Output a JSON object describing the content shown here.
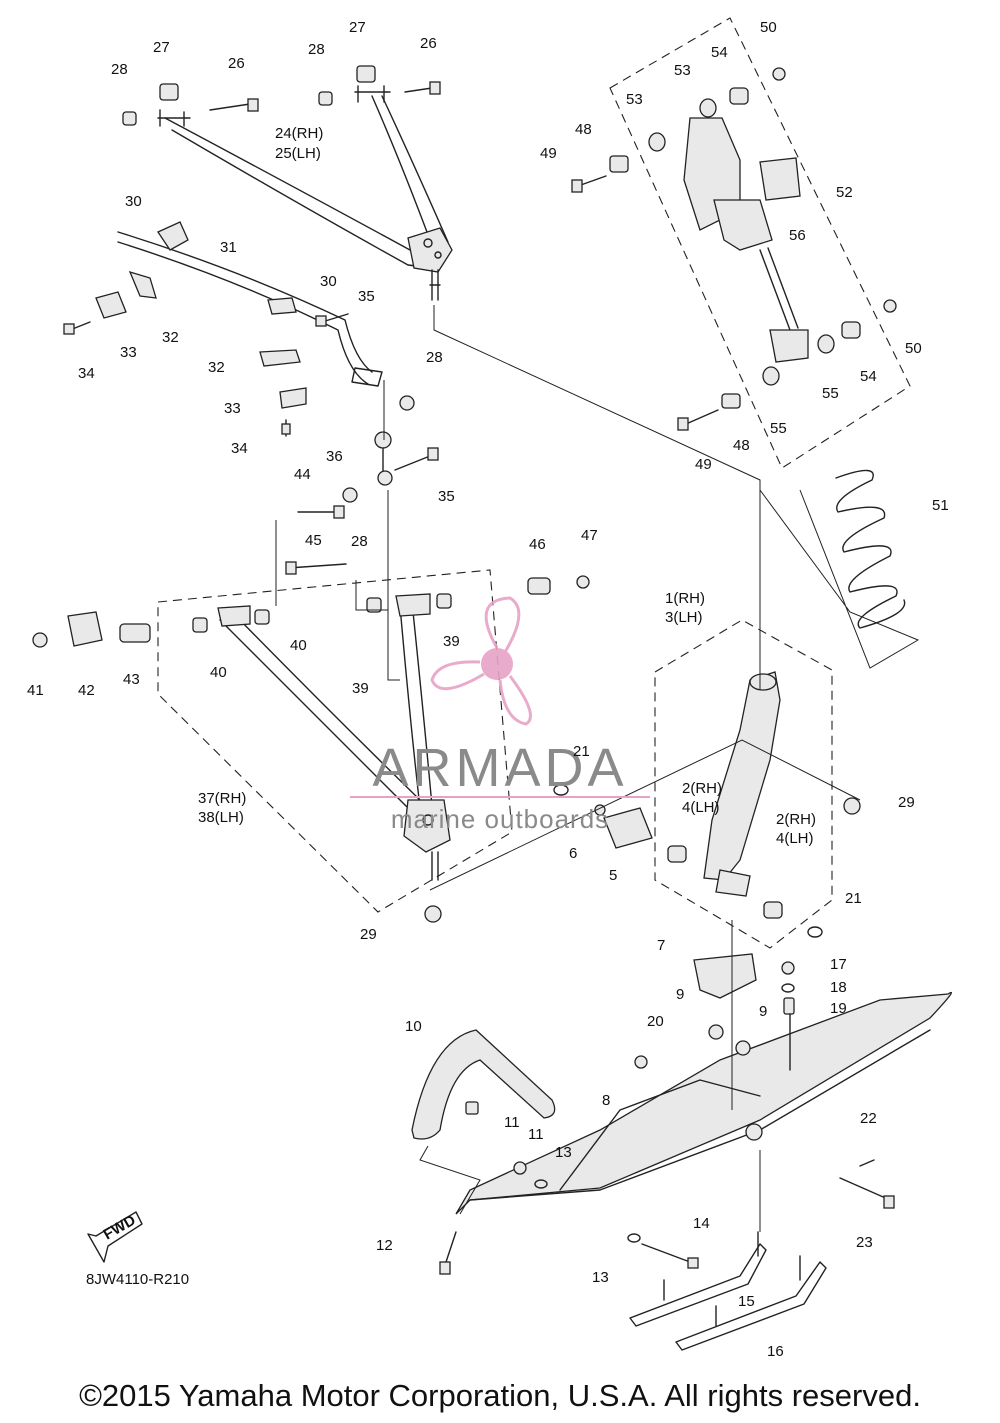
{
  "diagram": {
    "code": "8JW4110-R210",
    "copyright": "©2015 Yamaha Motor Corporation, U.S.A. All rights reserved.",
    "fwd_label": "FWD"
  },
  "watermark": {
    "brand": "ARMADA",
    "tagline": "marine outboards",
    "color": "#e7a2c6"
  },
  "callouts": [
    {
      "id": "c28a",
      "text": "28"
    },
    {
      "id": "c27a",
      "text": "27"
    },
    {
      "id": "c26a",
      "text": "26"
    },
    {
      "id": "c28b",
      "text": "28"
    },
    {
      "id": "c27b",
      "text": "27"
    },
    {
      "id": "c26b",
      "text": "26"
    },
    {
      "id": "c24",
      "text": "24(RH)"
    },
    {
      "id": "c25",
      "text": "25(LH)"
    },
    {
      "id": "c50a",
      "text": "50"
    },
    {
      "id": "c54a",
      "text": "54"
    },
    {
      "id": "c53a",
      "text": "53"
    },
    {
      "id": "c53b",
      "text": "53"
    },
    {
      "id": "c48a",
      "text": "48"
    },
    {
      "id": "c49a",
      "text": "49"
    },
    {
      "id": "c52",
      "text": "52"
    },
    {
      "id": "c56",
      "text": "56"
    },
    {
      "id": "c30a",
      "text": "30"
    },
    {
      "id": "c31",
      "text": "31"
    },
    {
      "id": "c30b",
      "text": "30"
    },
    {
      "id": "c35a",
      "text": "35"
    },
    {
      "id": "c32a",
      "text": "32"
    },
    {
      "id": "c33a",
      "text": "33"
    },
    {
      "id": "c34a",
      "text": "34"
    },
    {
      "id": "c32b",
      "text": "32"
    },
    {
      "id": "c28c",
      "text": "28"
    },
    {
      "id": "c33b",
      "text": "33"
    },
    {
      "id": "c34b",
      "text": "34"
    },
    {
      "id": "c50b",
      "text": "50"
    },
    {
      "id": "c54b",
      "text": "54"
    },
    {
      "id": "c55a",
      "text": "55"
    },
    {
      "id": "c55b",
      "text": "55"
    },
    {
      "id": "c48b",
      "text": "48"
    },
    {
      "id": "c49b",
      "text": "49"
    },
    {
      "id": "c36",
      "text": "36"
    },
    {
      "id": "c35b",
      "text": "35"
    },
    {
      "id": "c44",
      "text": "44"
    },
    {
      "id": "c28d",
      "text": "28"
    },
    {
      "id": "c51",
      "text": "51"
    },
    {
      "id": "c45",
      "text": "45"
    },
    {
      "id": "c46",
      "text": "46"
    },
    {
      "id": "c47",
      "text": "47"
    },
    {
      "id": "c1",
      "text": "1(RH)"
    },
    {
      "id": "c3",
      "text": "3(LH)"
    },
    {
      "id": "c40a",
      "text": "40"
    },
    {
      "id": "c39a",
      "text": "39"
    },
    {
      "id": "c40b",
      "text": "40"
    },
    {
      "id": "c39b",
      "text": "39"
    },
    {
      "id": "c41",
      "text": "41"
    },
    {
      "id": "c42",
      "text": "42"
    },
    {
      "id": "c43",
      "text": "43"
    },
    {
      "id": "c21a",
      "text": "21"
    },
    {
      "id": "c2a",
      "text": "2(RH)"
    },
    {
      "id": "c4a",
      "text": "4(LH)"
    },
    {
      "id": "c2b",
      "text": "2(RH)"
    },
    {
      "id": "c4b",
      "text": "4(LH)"
    },
    {
      "id": "c29a",
      "text": "29"
    },
    {
      "id": "c37",
      "text": "37(RH)"
    },
    {
      "id": "c38",
      "text": "38(LH)"
    },
    {
      "id": "c6",
      "text": "6"
    },
    {
      "id": "c5",
      "text": "5"
    },
    {
      "id": "c21b",
      "text": "21"
    },
    {
      "id": "c29b",
      "text": "29"
    },
    {
      "id": "c7",
      "text": "7"
    },
    {
      "id": "c17",
      "text": "17"
    },
    {
      "id": "c18",
      "text": "18"
    },
    {
      "id": "c19",
      "text": "19"
    },
    {
      "id": "c9a",
      "text": "9"
    },
    {
      "id": "c9b",
      "text": "9"
    },
    {
      "id": "c20",
      "text": "20"
    },
    {
      "id": "c10",
      "text": "10"
    },
    {
      "id": "c11a",
      "text": "11"
    },
    {
      "id": "c8",
      "text": "8"
    },
    {
      "id": "c11b",
      "text": "11"
    },
    {
      "id": "c13a",
      "text": "13"
    },
    {
      "id": "c22",
      "text": "22"
    },
    {
      "id": "c23",
      "text": "23"
    },
    {
      "id": "c14",
      "text": "14"
    },
    {
      "id": "c12",
      "text": "12"
    },
    {
      "id": "c13b",
      "text": "13"
    },
    {
      "id": "c15",
      "text": "15"
    },
    {
      "id": "c16",
      "text": "16"
    }
  ]
}
